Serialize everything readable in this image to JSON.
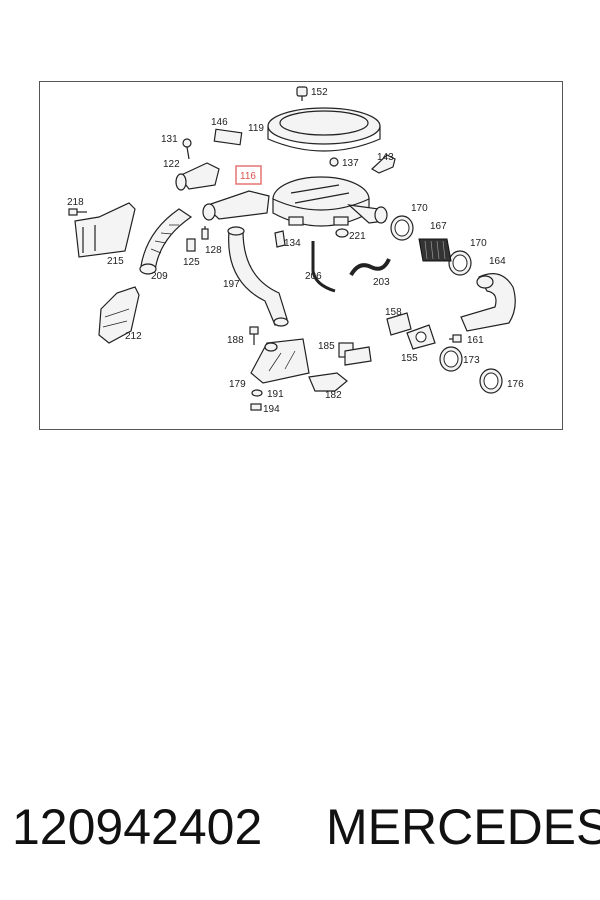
{
  "highlight_color": "#e57373",
  "highlighted_part": "116",
  "callouts": {
    "c152": "152",
    "c119": "119",
    "c146": "146",
    "c131": "131",
    "c122": "122",
    "c116": "116",
    "c137": "137",
    "c143": "143",
    "c218": "218",
    "c170a": "170",
    "c167": "167",
    "c170b": "170",
    "c164": "164",
    "c134": "134",
    "c221": "221",
    "c128": "128",
    "c125": "125",
    "c215": "215",
    "c209": "209",
    "c206": "206",
    "c203": "203",
    "c197": "197",
    "c212": "212",
    "c158": "158",
    "c161": "161",
    "c155": "155",
    "c173": "173",
    "c188": "188",
    "c185": "185",
    "c176": "176",
    "c179": "179",
    "c191": "191",
    "c194": "194",
    "c182": "182"
  },
  "footer": {
    "part_number": "120942402",
    "brand": "MERCEDES"
  }
}
